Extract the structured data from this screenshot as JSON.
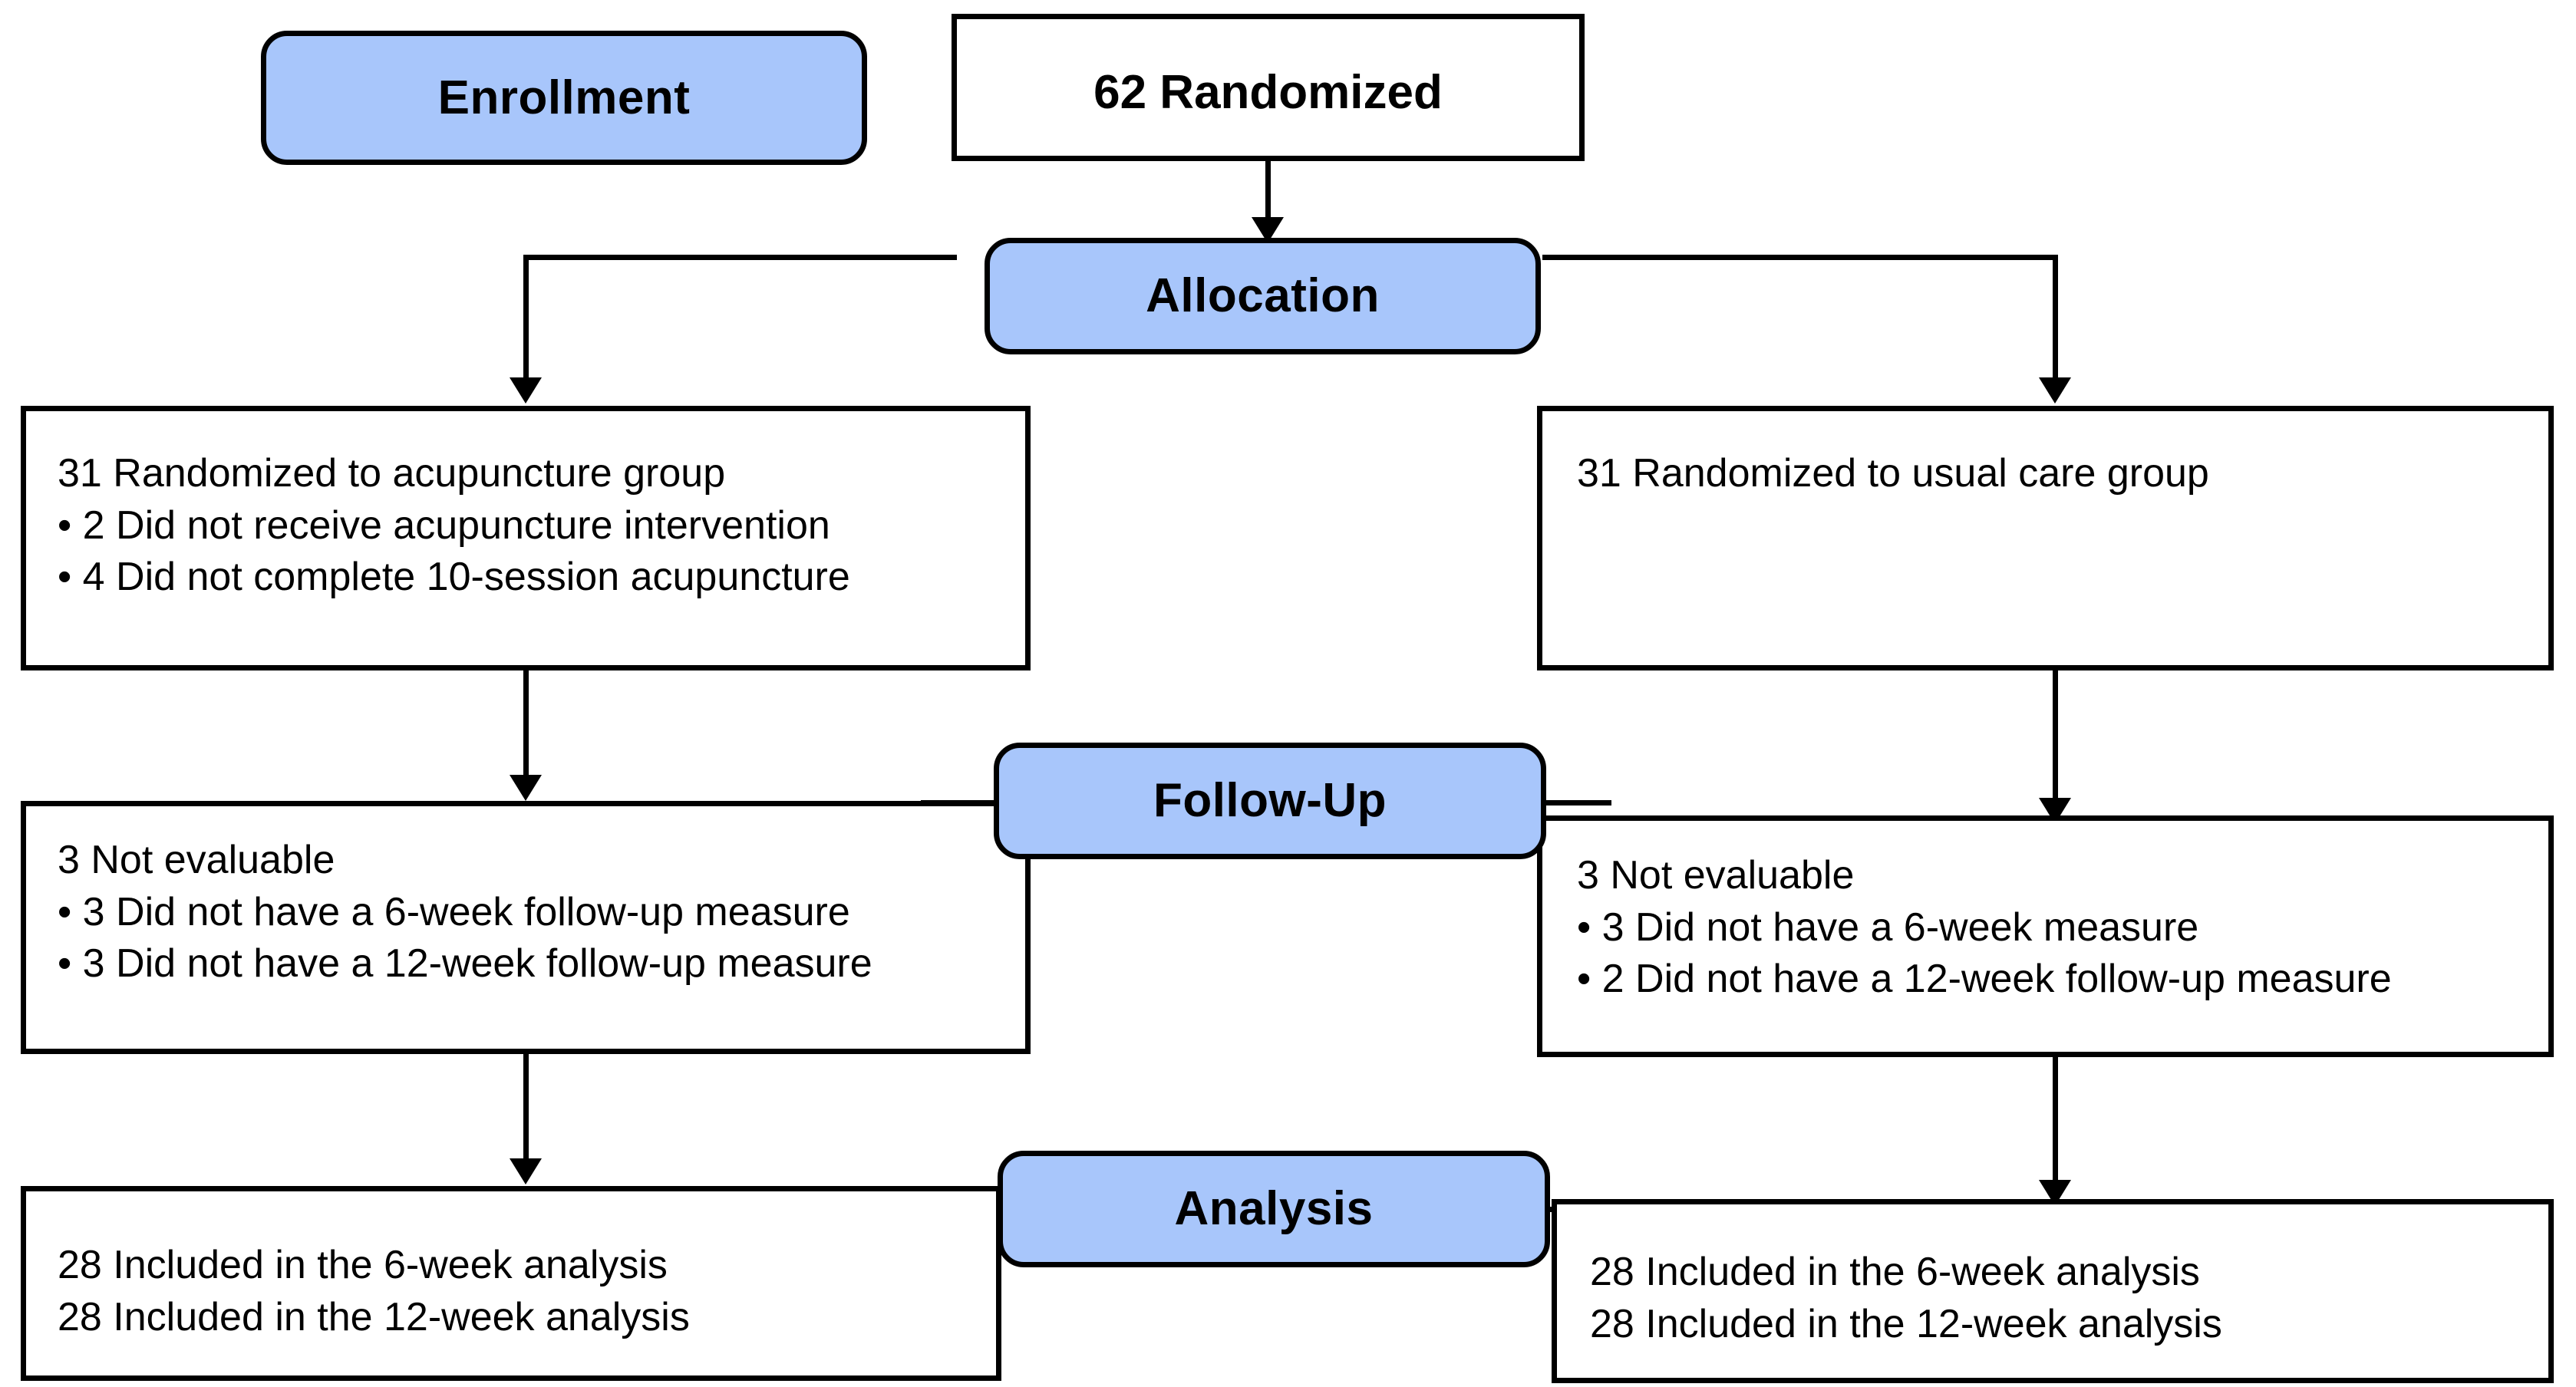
{
  "diagram": {
    "title": "CONSORT participant flow diagram",
    "accent_blue": "#a8c6fb",
    "line_color": "#000000",
    "background": "#ffffff"
  },
  "stages": [
    {
      "id": "enrollment",
      "label": "Enrollment"
    },
    {
      "id": "allocation",
      "label": "Allocation"
    },
    {
      "id": "followup",
      "label": "Follow-Up"
    },
    {
      "id": "analysis",
      "label": "Analysis"
    }
  ],
  "enrollment": {
    "randomized_box": {
      "text": "62 Randomized"
    }
  },
  "allocation": {
    "left": {
      "heading": "31 Randomized to acupuncture group",
      "bullets": [
        "2 Did not receive acupuncture intervention",
        "4 Did not complete 10-session acupuncture"
      ]
    },
    "right": {
      "heading": "31 Randomized to usual care group",
      "bullets": []
    }
  },
  "followup": {
    "left": {
      "heading": "3 Not evaluable",
      "bullets": [
        "3 Did not have a 6-week follow-up measure",
        "3 Did not have a 12-week follow-up measure"
      ]
    },
    "right": {
      "heading": "3 Not evaluable",
      "bullets": [
        "3 Did not have a 6-week measure",
        "2 Did not have a 12-week follow-up measure"
      ]
    }
  },
  "analysis": {
    "left": {
      "lines": [
        "28 Included in the 6-week analysis",
        "28 Included in the 12-week analysis"
      ]
    },
    "right": {
      "lines": [
        "28 Included in the 6-week analysis",
        "28 Included in the 12-week analysis"
      ]
    }
  }
}
